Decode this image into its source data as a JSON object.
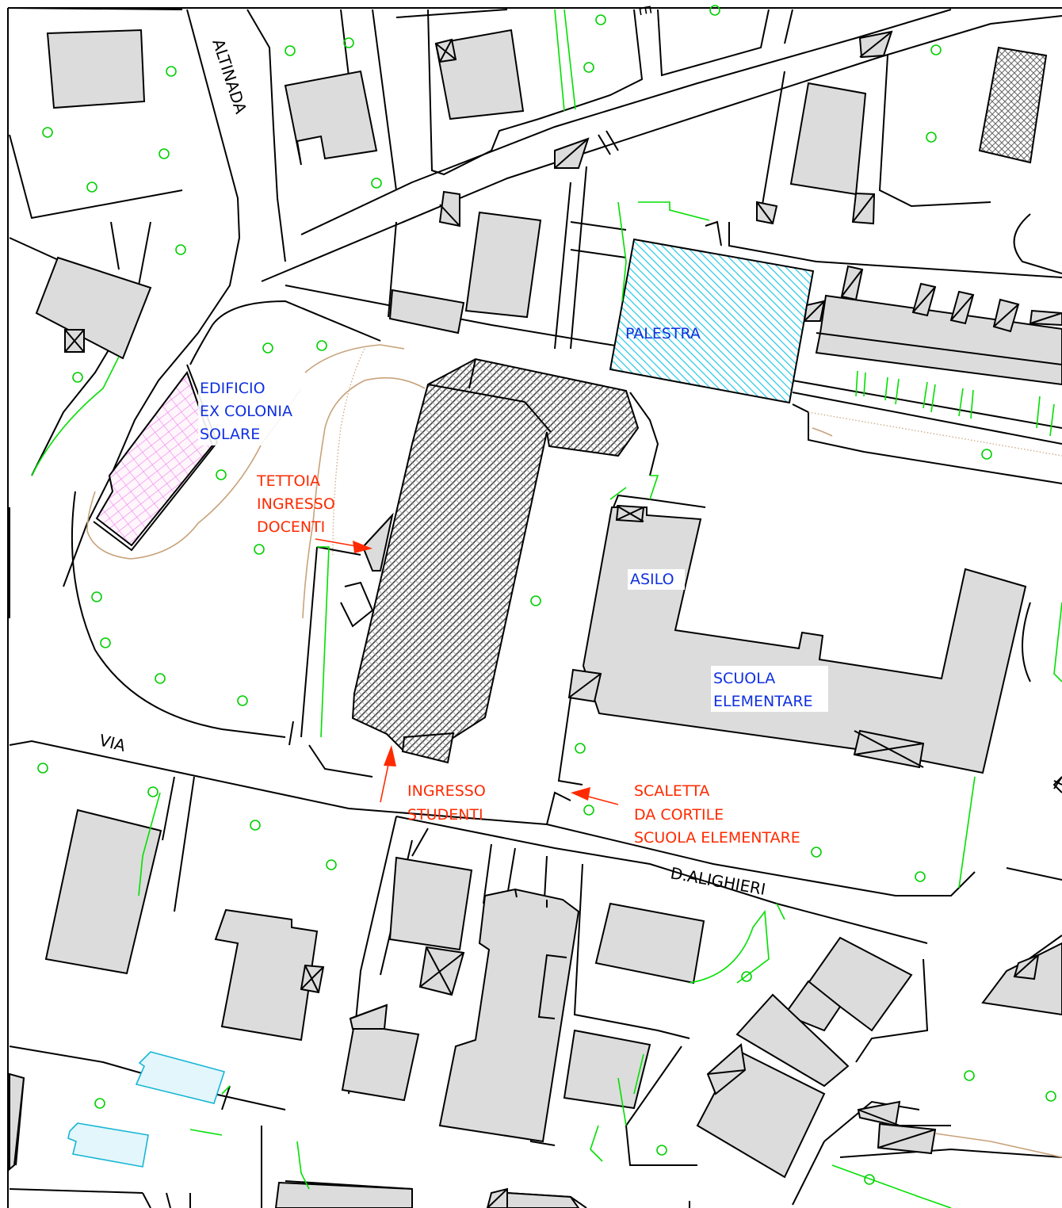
{
  "map": {
    "street_labels": {
      "altinada": "ALTINADA",
      "via": "VIA",
      "d_alighieri": "D.ALIGHIERI",
      "edge_letter": "E"
    },
    "building_labels": {
      "palestra": "PALESTRA",
      "ex_colonia": [
        "EDIFICIO",
        "EX COLONIA",
        "SOLARE"
      ],
      "asilo": "ASILO",
      "scuola_elementare": [
        "SCUOLA",
        "ELEMENTARE"
      ]
    },
    "annotations": {
      "tettoia": [
        "TETTOIA",
        "INGRESSO",
        "DOCENTI"
      ],
      "ingresso_studenti": [
        "INGRESSO",
        "STUDENTI"
      ],
      "scaletta": [
        "SCALETTA",
        "DA CORTILE",
        "SCUOLA ELEMENTARE"
      ]
    },
    "colors": {
      "building_fill": "#dcdcdc",
      "vegetation": "#00e000",
      "label_blue": "#1030e0",
      "label_red": "#ff2a00",
      "palestra_hatch": "#1ec8e6",
      "colonia_hatch": "#f090f0",
      "school_hatch": "#555555",
      "contour": "#c8a27a",
      "pool": "#16b6d6"
    }
  }
}
